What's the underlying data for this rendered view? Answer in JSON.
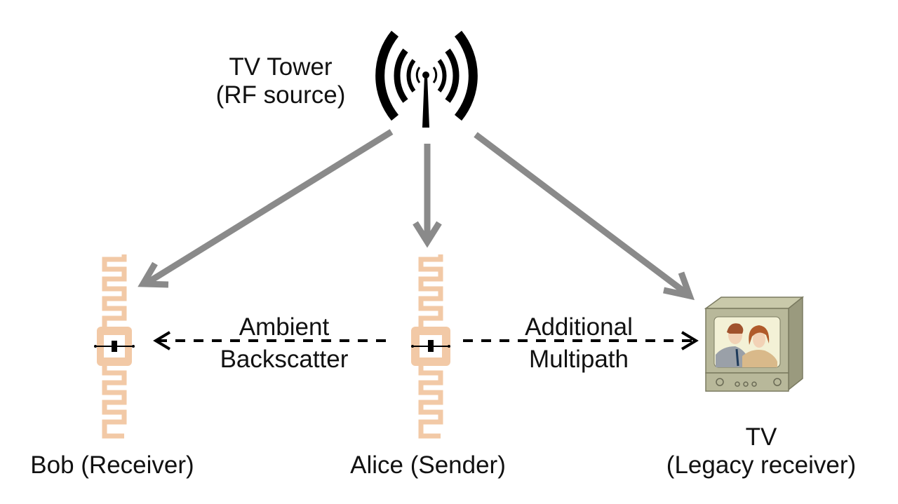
{
  "nodes": {
    "tower": {
      "line1": "TV Tower",
      "line2": "(RF source)",
      "icon": "antenna-icon"
    },
    "bob": {
      "label": "Bob (Receiver)",
      "icon": "rfid-tag-icon"
    },
    "alice": {
      "label": "Alice (Sender)",
      "icon": "rfid-tag-icon"
    },
    "tv": {
      "line1": "TV",
      "line2": "(Legacy receiver)",
      "icon": "tv-icon"
    }
  },
  "links": {
    "backscatter": {
      "line1": "Ambient",
      "line2": "Backscatter"
    },
    "multipath": {
      "line1": "Additional",
      "line2": "Multipath"
    }
  },
  "colors": {
    "arrow": "#8a8a8a",
    "tag": "#f2c9a6",
    "tv_body": "#b8b89a",
    "text": "#111111"
  }
}
